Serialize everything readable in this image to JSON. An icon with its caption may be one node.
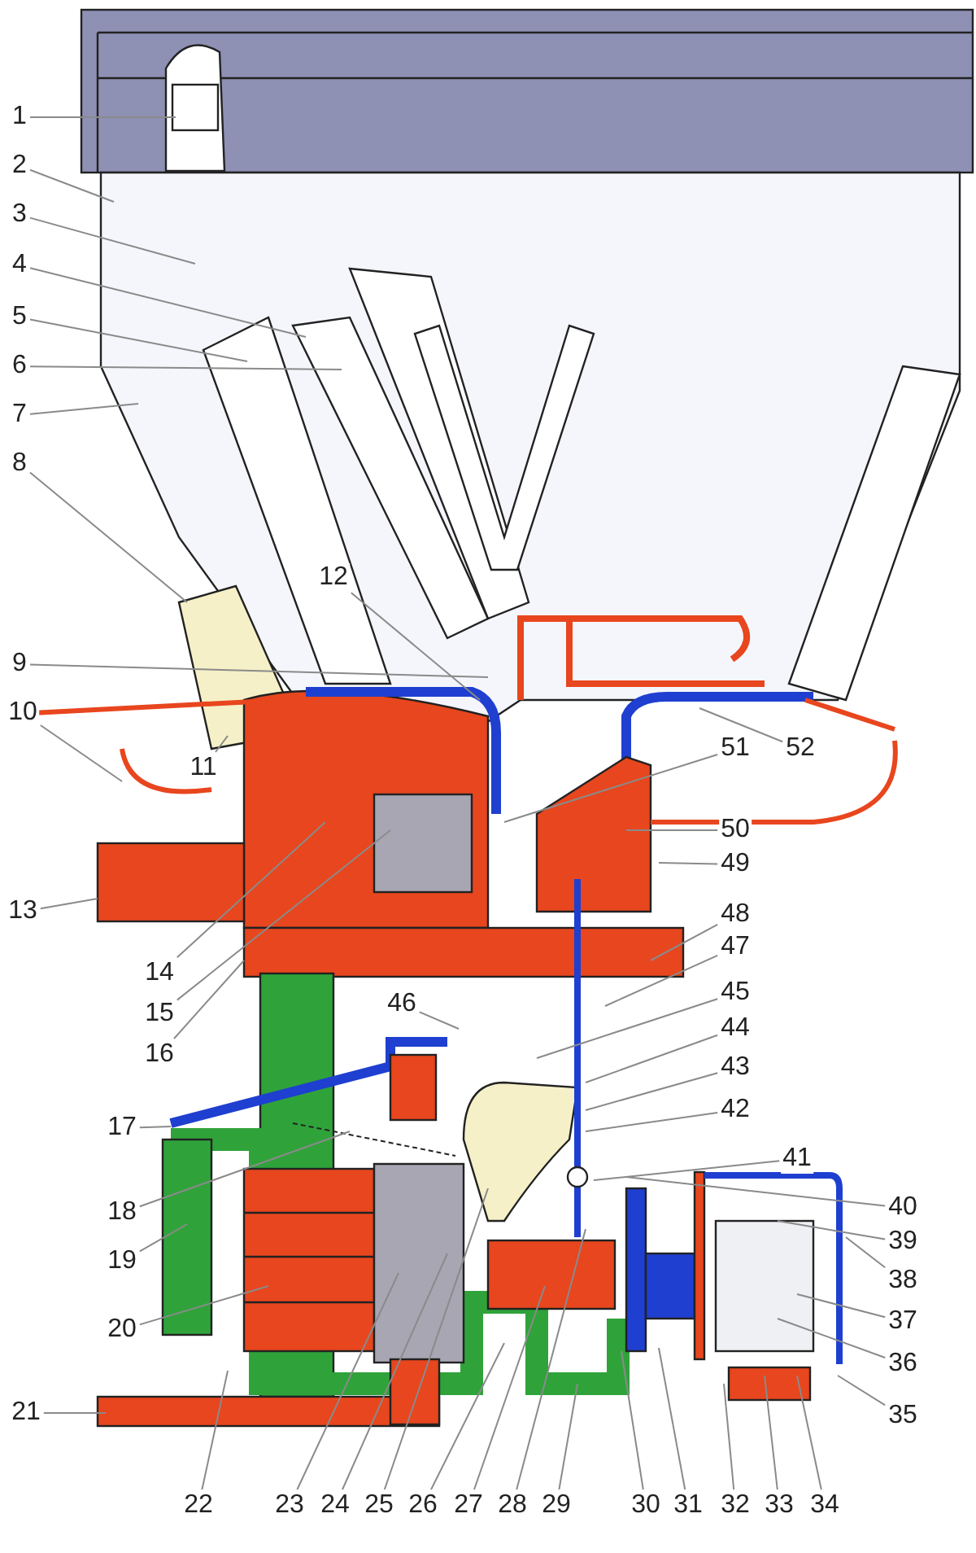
{
  "diagram": {
    "nodes": [
      {
        "text": [
          "1"
        ]
      },
      {
        "text": [
          "2"
        ]
      },
      {
        "text": [
          "3"
        ]
      },
      {
        "text": [
          "4"
        ]
      },
      {
        "text": [
          "5"
        ]
      },
      {
        "text": [
          "6"
        ]
      },
      {
        "text": [
          "7"
        ]
      },
      {
        "text": [
          "8"
        ]
      },
      {
        "text": [
          "9"
        ]
      },
      {
        "text": [
          "10"
        ]
      },
      {
        "text": [
          "11"
        ]
      },
      {
        "text": [
          "12"
        ]
      },
      {
        "text": [
          "13"
        ]
      },
      {
        "text": [
          "14"
        ]
      },
      {
        "text": [
          "15"
        ]
      },
      {
        "text": [
          "16"
        ]
      },
      {
        "text": [
          "17"
        ]
      },
      {
        "text": [
          "18"
        ]
      },
      {
        "text": [
          "19"
        ]
      },
      {
        "text": [
          "20"
        ]
      },
      {
        "text": [
          "21"
        ]
      },
      {
        "text": [
          "22"
        ]
      },
      {
        "text": [
          "23"
        ]
      },
      {
        "text": [
          "24"
        ]
      },
      {
        "text": [
          "25"
        ]
      },
      {
        "text": [
          "26"
        ]
      },
      {
        "text": [
          "27"
        ]
      },
      {
        "text": [
          "28"
        ]
      },
      {
        "text": [
          "29"
        ]
      },
      {
        "text": [
          "30"
        ]
      },
      {
        "text": [
          "31"
        ]
      },
      {
        "text": [
          "32"
        ]
      },
      {
        "text": [
          "33"
        ]
      },
      {
        "text": [
          "34"
        ]
      },
      {
        "text": [
          "35"
        ]
      },
      {
        "text": [
          "36"
        ]
      },
      {
        "text": [
          "37"
        ]
      },
      {
        "text": [
          "38"
        ]
      },
      {
        "text": [
          "39"
        ]
      },
      {
        "text": [
          "40"
        ]
      },
      {
        "text": [
          "41"
        ]
      },
      {
        "text": [
          "42"
        ]
      },
      {
        "text": [
          "43"
        ]
      },
      {
        "text": [
          "44"
        ]
      },
      {
        "text": [
          "45"
        ]
      },
      {
        "text": [
          "46"
        ]
      },
      {
        "text": [
          "47"
        ]
      },
      {
        "text": [
          "48"
        ]
      },
      {
        "text": [
          "49"
        ]
      },
      {
        "text": [
          "50"
        ]
      },
      {
        "text": [
          "51"
        ]
      },
      {
        "text": [
          "52"
        ]
      }
    ],
    "edges": [
      {
        "from": 0,
        "to": null,
        "arrow": "none"
      },
      {
        "from": 1,
        "to": null,
        "arrow": "none"
      },
      {
        "from": 2,
        "to": null,
        "arrow": "none"
      },
      {
        "from": 3,
        "to": null,
        "arrow": "none"
      },
      {
        "from": 4,
        "to": null,
        "arrow": "none"
      },
      {
        "from": 5,
        "to": null,
        "arrow": "none"
      },
      {
        "from": 6,
        "to": null,
        "arrow": "none"
      },
      {
        "from": 7,
        "to": null,
        "arrow": "none"
      },
      {
        "from": 8,
        "to": null,
        "arrow": "none"
      },
      {
        "from": 9,
        "to": null,
        "arrow": "none"
      },
      {
        "from": 10,
        "to": null,
        "arrow": "none"
      },
      {
        "from": 11,
        "to": null,
        "arrow": "none"
      },
      {
        "from": 12,
        "to": null,
        "arrow": "none"
      },
      {
        "from": 13,
        "to": null,
        "arrow": "none"
      },
      {
        "from": 14,
        "to": null,
        "arrow": "none"
      },
      {
        "from": 15,
        "to": null,
        "arrow": "none"
      },
      {
        "from": 16,
        "to": null,
        "arrow": "none"
      },
      {
        "from": 17,
        "to": null,
        "arrow": "none"
      },
      {
        "from": 18,
        "to": null,
        "arrow": "none"
      },
      {
        "from": 19,
        "to": null,
        "arrow": "none"
      },
      {
        "from": 20,
        "to": null,
        "arrow": "none"
      },
      {
        "from": 21,
        "to": null,
        "arrow": "none"
      },
      {
        "from": 22,
        "to": null,
        "arrow": "none"
      },
      {
        "from": 23,
        "to": null,
        "arrow": "none"
      },
      {
        "from": 24,
        "to": null,
        "arrow": "none"
      },
      {
        "from": 25,
        "to": null,
        "arrow": "none"
      },
      {
        "from": 26,
        "to": null,
        "arrow": "none"
      },
      {
        "from": 27,
        "to": null,
        "arrow": "none"
      },
      {
        "from": 28,
        "to": null,
        "arrow": "none"
      },
      {
        "from": 29,
        "to": null,
        "arrow": "none"
      },
      {
        "from": 30,
        "to": null,
        "arrow": "none"
      },
      {
        "from": 31,
        "to": null,
        "arrow": "none"
      },
      {
        "from": 32,
        "to": null,
        "arrow": "none"
      },
      {
        "from": 33,
        "to": null,
        "arrow": "none"
      },
      {
        "from": 34,
        "to": null,
        "arrow": "none"
      },
      {
        "from": 35,
        "to": null,
        "arrow": "none"
      },
      {
        "from": 36,
        "to": null,
        "arrow": "none"
      },
      {
        "from": 37,
        "to": null,
        "arrow": "none"
      },
      {
        "from": 38,
        "to": null,
        "arrow": "none"
      },
      {
        "from": 39,
        "to": null,
        "arrow": "none"
      },
      {
        "from": 40,
        "to": null,
        "arrow": "none"
      },
      {
        "from": 41,
        "to": null,
        "arrow": "none"
      },
      {
        "from": 42,
        "to": null,
        "arrow": "none"
      },
      {
        "from": 43,
        "to": null,
        "arrow": "none"
      },
      {
        "from": 44,
        "to": null,
        "arrow": "none"
      },
      {
        "from": 45,
        "to": null,
        "arrow": "none"
      },
      {
        "from": 46,
        "to": null,
        "arrow": "none"
      },
      {
        "from": 47,
        "to": null,
        "arrow": "none"
      },
      {
        "from": 48,
        "to": null,
        "arrow": "none"
      },
      {
        "from": 49,
        "to": null,
        "arrow": "none"
      },
      {
        "from": 50,
        "to": null,
        "arrow": "none"
      },
      {
        "from": 51,
        "to": null,
        "arrow": "none"
      }
    ]
  }
}
